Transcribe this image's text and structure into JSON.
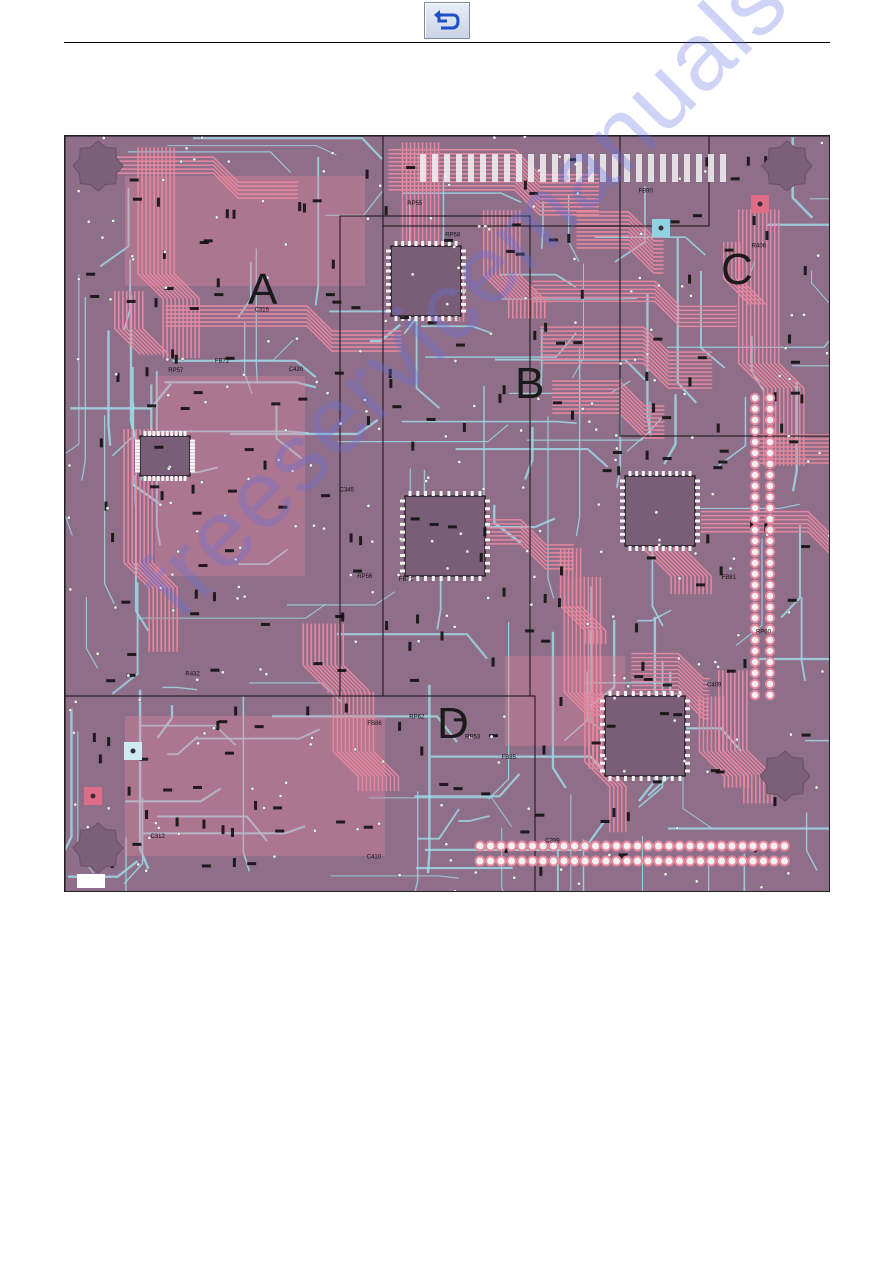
{
  "navigation": {
    "back_icon": "return-arrow-icon",
    "back_button_color": "#1e4fc8"
  },
  "board": {
    "zones": [
      "A",
      "B",
      "C",
      "D"
    ],
    "colors": {
      "substrate": "#8e6e89",
      "top_trace": "#e8889f",
      "bottom_trace": "#9fd8e6",
      "silkscreen": "#111111",
      "pad": "#f2f2f2"
    },
    "component_labels": [
      "C312",
      "C315",
      "C420",
      "C345",
      "C399",
      "C409",
      "C410",
      "R406",
      "R432",
      "RP53",
      "RP55",
      "RP56",
      "RP57",
      "RP58",
      "RP60",
      "RP62",
      "FB71",
      "FB72",
      "FB81",
      "FB85",
      "FB86",
      "FB90"
    ]
  },
  "watermark": {
    "text": "freeservicemanuals"
  }
}
